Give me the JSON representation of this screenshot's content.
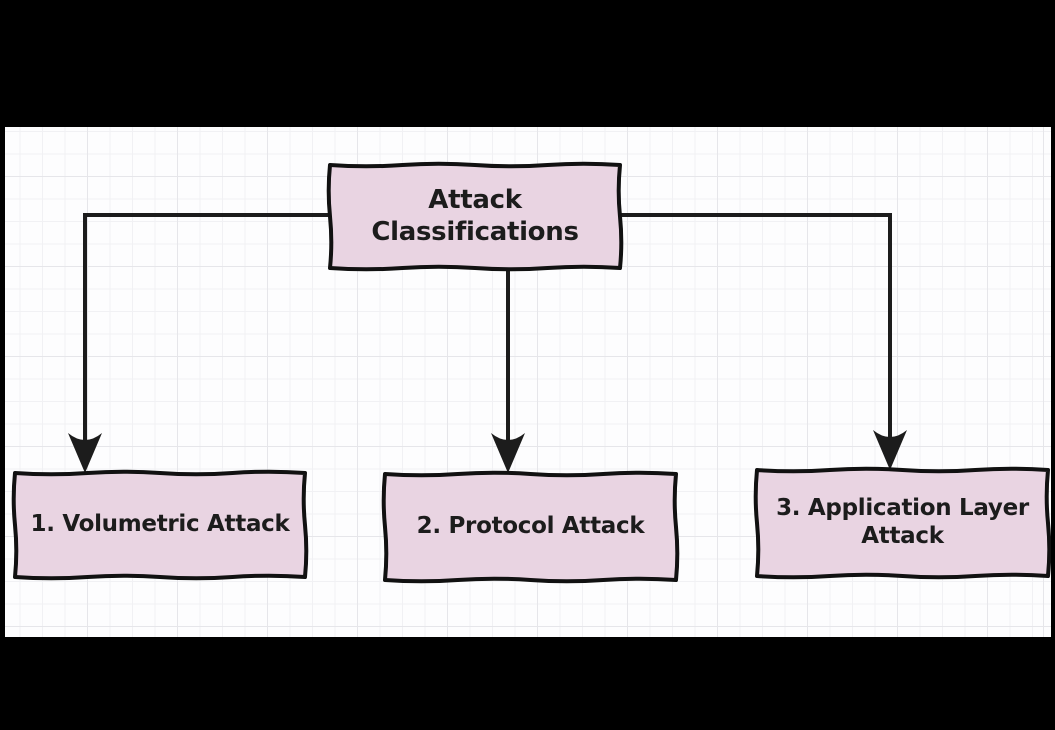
{
  "diagram": {
    "root": {
      "label": "Attack Classifications"
    },
    "children": [
      {
        "label": "1. Volumetric Attack"
      },
      {
        "label": "2. Protocol Attack"
      },
      {
        "label": "3. Application Layer Attack"
      }
    ],
    "colors": {
      "frame_bg": "#000000",
      "canvas_bg": "#fdfdfe",
      "grid_minor": "#f1f1f4",
      "grid_major": "#e6e6ea",
      "node_fill": "#e9d4e2",
      "node_border": "#111111",
      "connector": "#1c1c1c",
      "text": "#1c1c1c"
    }
  }
}
